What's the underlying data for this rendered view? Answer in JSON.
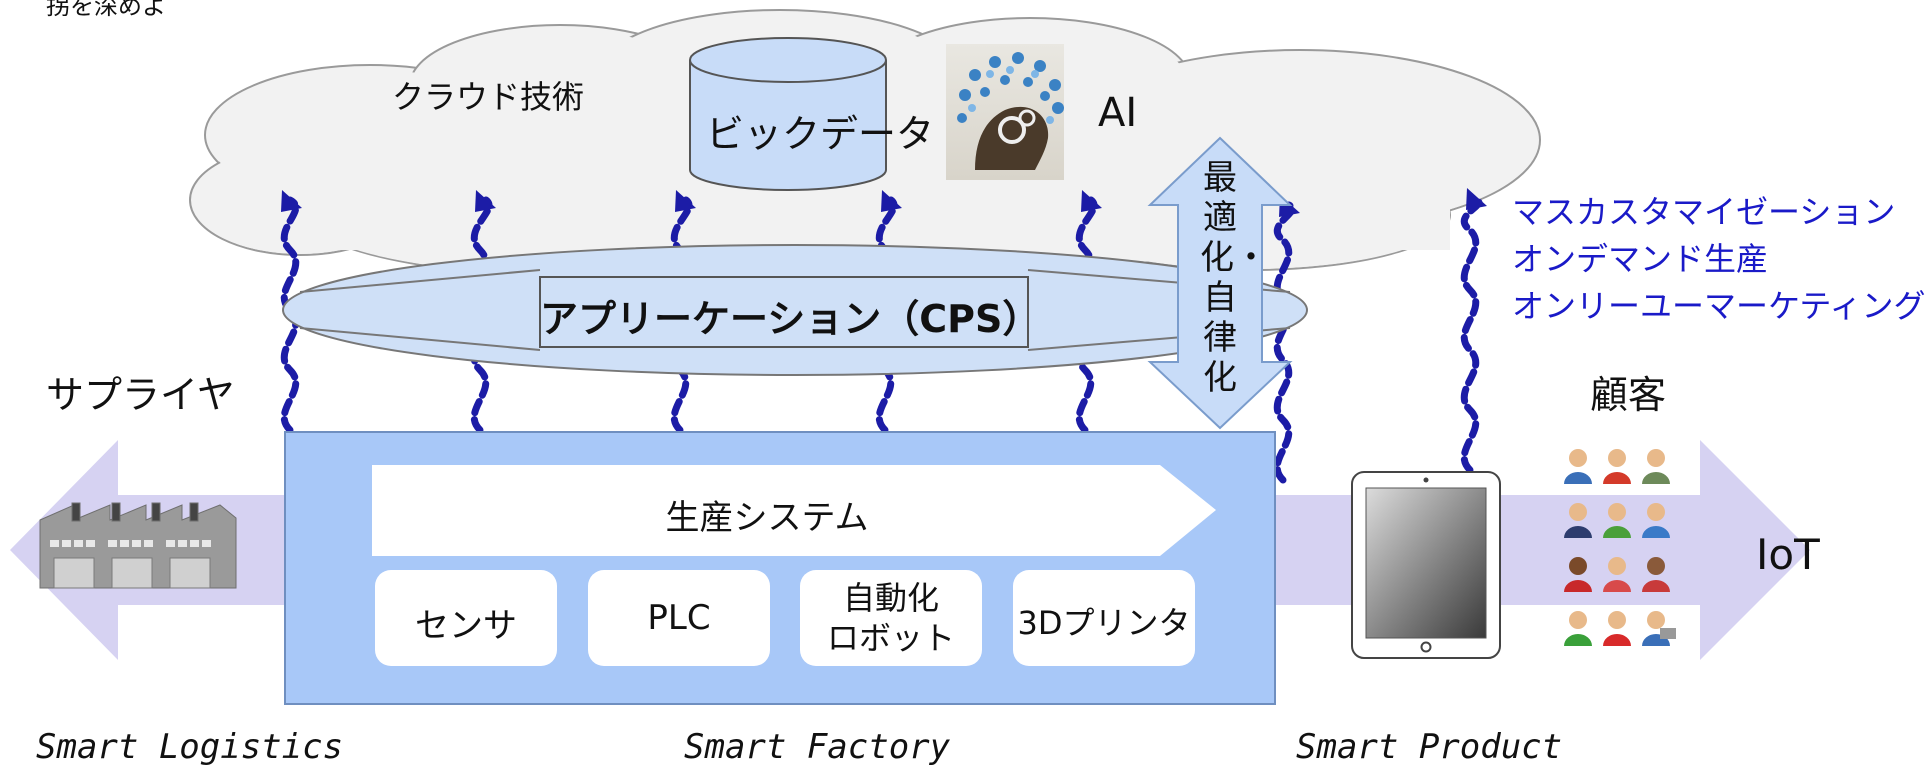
{
  "top_text": "拐を深めよ",
  "cloud": {
    "cloud_tech_label": "クラウド技術",
    "bigdata_label": "ビックデータ",
    "ai_label": "AI"
  },
  "optimization_label": "最適化・自律化",
  "application_label": "アプリーケーション（CPS）",
  "supplier_label": "サプライヤ",
  "customer_label": "顧客",
  "benefits": {
    "line1": "マスカスタマイゼーション",
    "line2": "オンデマンド生産",
    "line3": "オンリーユーマーケティング"
  },
  "factory": {
    "production_system_label": "生産システム",
    "components": [
      "センサ",
      "PLC",
      "自動化\nロボット",
      "3Dプリンタ"
    ]
  },
  "iot_label": "IoT",
  "bottom_labels": {
    "logistics": "Smart Logistics",
    "factory": "Smart Factory",
    "product": "Smart Product"
  },
  "colors": {
    "accent_blue": "#1a1ac8",
    "factory_box": "#a8c8f8",
    "lavender_arrow": "#d6d2f2",
    "cylinder_fill": "#c8dcf8",
    "ellipse_fill": "#cfe0f7",
    "cloud_fill": "#f2f2f2",
    "wavy_arrow": "#1c1ca6"
  }
}
